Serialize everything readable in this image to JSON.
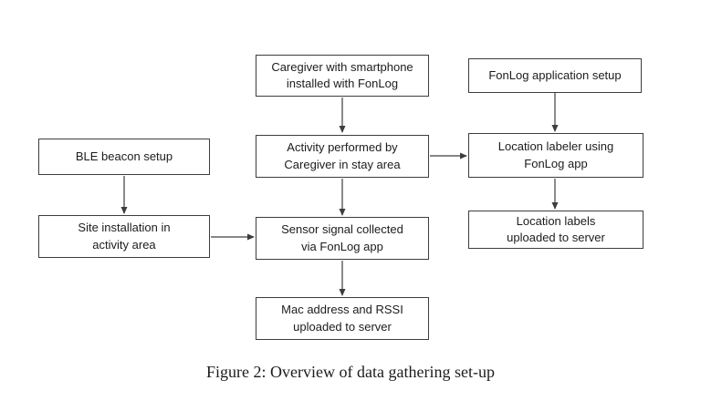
{
  "diagram": {
    "title": "Overview of data gathering set-up flowchart",
    "nodes": {
      "caregiver_smartphone": "Caregiver with smartphone\ninstalled with FonLog",
      "fonlog_setup": "FonLog application setup",
      "ble_beacon": "BLE beacon setup",
      "activity_performed": "Activity performed by\nCaregiver in stay area",
      "location_labeler": "Location labeler using\nFonLog app",
      "site_installation": "Site installation in\nactivity area",
      "sensor_signal": "Sensor signal collected\nvia FonLog app",
      "location_labels": "Location labels\nuploaded to server",
      "mac_rssi": "Mac address and RSSI\nuploaded to server"
    },
    "edges": [
      {
        "from": "caregiver_smartphone",
        "to": "activity_performed"
      },
      {
        "from": "fonlog_setup",
        "to": "location_labeler"
      },
      {
        "from": "activity_performed",
        "to": "location_labeler"
      },
      {
        "from": "activity_performed",
        "to": "sensor_signal"
      },
      {
        "from": "ble_beacon",
        "to": "site_installation"
      },
      {
        "from": "site_installation",
        "to": "sensor_signal"
      },
      {
        "from": "location_labeler",
        "to": "location_labels"
      },
      {
        "from": "sensor_signal",
        "to": "mac_rssi"
      }
    ],
    "caption": "Figure 2: Overview of data gathering set-up"
  }
}
